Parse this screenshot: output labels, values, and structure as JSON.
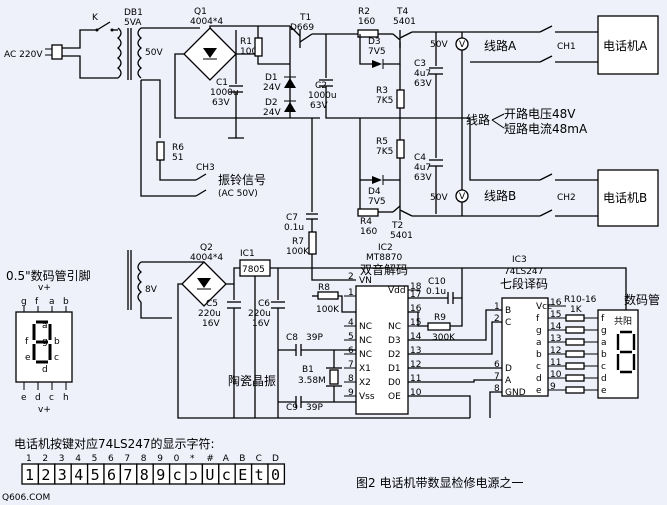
{
  "labels": {
    "ac_in": "AC 220V",
    "switch_k": "K",
    "db1": "DB1",
    "db1_va": "5VA",
    "sec1": "50V",
    "q1": "Q1",
    "q1_part": "4004*4",
    "t1": "T1",
    "t1_part": "D669",
    "r1": "R1",
    "r1_val": "100",
    "c1": "C1",
    "c1_val": "1000u",
    "c1_v": "63V",
    "d1": "D1",
    "d1_val": "24V",
    "d2": "D2",
    "d2_val": "24V",
    "c2": "C2",
    "c2_val": "1000u",
    "c2_v": "63V",
    "r2": "R2",
    "r2_val": "160",
    "t4": "T4",
    "t4_part": "5401",
    "d3": "D3",
    "d3_val": "7V5",
    "c3": "C3",
    "c3_val": "4u7",
    "c3_v": "63V",
    "r3": "R3",
    "r3_val": "7K5",
    "r5": "R5",
    "r5_val": "7K5",
    "c4": "C4",
    "c4_val": "4u7",
    "c4_v": "63V",
    "d4": "D4",
    "d4_val": "7V5",
    "r4": "R4",
    "r4_val": "160",
    "t2": "T2",
    "t2_part": "5401",
    "v50a": "50V",
    "v50b": "50V",
    "line_a": "线路A",
    "line_b": "线路B",
    "ch1": "CH1",
    "ch2": "CH2",
    "phone_a": "电话机A",
    "phone_b": "电话机B",
    "line_mid": "线路",
    "open_v": "开路电压48V",
    "short_i": "短路电流48mA",
    "r6": "R6",
    "r6_val": "51",
    "ch3": "CH3",
    "ring": "振铃信号",
    "ring_v": "(AC 50V)",
    "c7": "C7",
    "c7_val": "0.1u",
    "r7": "R7",
    "r7_val": "100K",
    "q2": "Q2",
    "q2_part": "4004*4",
    "sec2": "8V",
    "ic1": "IC1",
    "ic1_part": "7805",
    "c5": "C5",
    "c5_val": "220u",
    "c5_v": "16V",
    "c6": "C6",
    "c6_val": "220u",
    "c6_v": "16V",
    "ic2": "IC2",
    "ic2_part": "MT8870",
    "ic2_func": "双音解码",
    "c10": "C10",
    "c10_val": "0.1u",
    "r8": "R8",
    "r8_val": "100K",
    "r9": "R9",
    "r9_val": "300K",
    "c8": "C8",
    "c8_val": "39P",
    "c9": "C9",
    "c9_val": "39P",
    "b1": "B1",
    "b1_val": "3.58M",
    "crystal": "陶瓷晶振",
    "ic3": "IC3",
    "ic3_part": "74LS247",
    "ic3_func": "七段译码",
    "r10": "R10-16",
    "r10_val": "1K",
    "display": "数码管",
    "common_anode": "共阳",
    "pinout_title": "0.5\"数码管引脚",
    "keys_title": "电话机按键对应74LS247的显示字符:",
    "caption": "图2   电话机带数显检修电源之一",
    "watermark": "Q606.COM"
  },
  "ic2_pins": {
    "left": [
      {
        "num": "2",
        "name": "VN"
      },
      {
        "num": "1",
        "name": ""
      },
      {
        "num": "4",
        "name": "NC"
      },
      {
        "num": "5",
        "name": "NC"
      },
      {
        "num": "6",
        "name": "NC"
      },
      {
        "num": "7",
        "name": "X1"
      },
      {
        "num": "8",
        "name": "X2"
      },
      {
        "num": "9",
        "name": "Vss"
      }
    ],
    "right": [
      {
        "num": "18",
        "name": "Vdd"
      },
      {
        "num": "17",
        "name": ""
      },
      {
        "num": "16",
        "name": ""
      },
      {
        "num": "15",
        "name": "NC"
      },
      {
        "num": "14",
        "name": "D3"
      },
      {
        "num": "13",
        "name": "D2"
      },
      {
        "num": "12",
        "name": "D1"
      },
      {
        "num": "11",
        "name": "D0"
      },
      {
        "num": "10",
        "name": "OE"
      }
    ]
  },
  "ic3_pins": {
    "left": [
      {
        "num": "1",
        "name": "B"
      },
      {
        "num": "2",
        "name": "C"
      },
      {
        "num": "6",
        "name": "D"
      },
      {
        "num": "7",
        "name": "A"
      },
      {
        "num": "8",
        "name": "GND"
      }
    ],
    "right": [
      {
        "num": "16",
        "name": "Vcc"
      },
      {
        "num": "15",
        "name": "f"
      },
      {
        "num": "14",
        "name": "g"
      },
      {
        "num": "13",
        "name": "a"
      },
      {
        "num": "12",
        "name": "b"
      },
      {
        "num": "11",
        "name": "c"
      },
      {
        "num": "10",
        "name": "d"
      },
      {
        "num": "9",
        "name": "e"
      }
    ]
  },
  "display_pins": [
    "f",
    "g",
    "a",
    "b",
    "c",
    "d",
    "e"
  ],
  "pinout_top": [
    "g",
    "f",
    "a",
    "b"
  ],
  "pinout_bottom": [
    "e",
    "d",
    "c",
    "h"
  ],
  "pinout_vplus": "v+",
  "keys": [
    "1",
    "2",
    "3",
    "4",
    "5",
    "6",
    "7",
    "8",
    "9",
    "0",
    "*",
    "#",
    "A",
    "B",
    "C",
    "D"
  ],
  "key_glyphs": [
    "1",
    "2",
    "3",
    "4",
    "5",
    "6",
    "7",
    "8",
    "9",
    "c",
    "ɔ",
    "U",
    "c",
    "E",
    "t",
    "0"
  ]
}
